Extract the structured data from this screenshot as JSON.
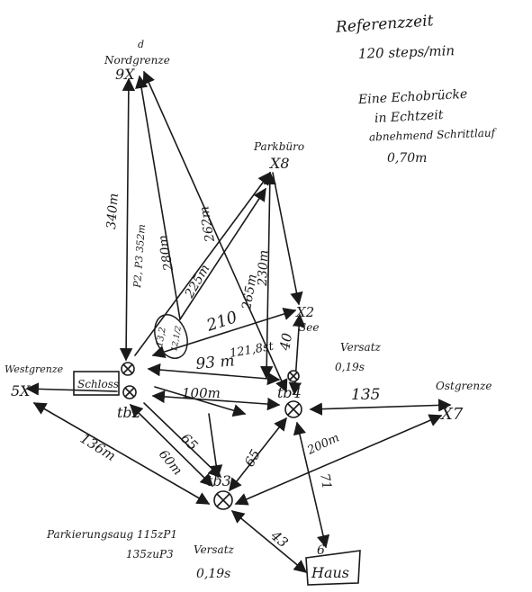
{
  "notes": {
    "ref_title": "Referenzzeit",
    "ref_rate": "120 steps/min",
    "echo_line1": "Eine Echobrücke",
    "echo_line2": "in Echtzeit",
    "echo_line3": "abnehmend Schrittlauf",
    "echo_value": "0,70m",
    "park_line1": "Parkierungsaug 115zP1",
    "park_line2": "135zuP3",
    "versatz_bottom_label": "Versatz",
    "versatz_bottom_value": "0,19s",
    "versatz_right_label": "Versatz",
    "versatz_right_value": "0,19s"
  },
  "points": {
    "nordgrenze": "Nordgrenze",
    "nordgrenze_mark": "9X",
    "nordgrenze_d": "d",
    "parkbuero": "Parkbüro",
    "parkbuero_mark": "X8",
    "see": "See",
    "see_mark": "X2",
    "westgrenze": "Westgrenze",
    "westgrenze_mark": "5X",
    "ostgrenze": "Ostgrenze",
    "ostgrenze_mark": "X7",
    "schloss": "Schloss",
    "haus": "Haus",
    "haus_num": "6",
    "tb2": "tb2",
    "tb3": "tb3",
    "tb4": "tb4"
  },
  "distances": {
    "d340": "340m",
    "p2": "P2, P3 352m",
    "d280": "280m",
    "d262": "262m",
    "d225": "225m",
    "d265": "265m",
    "d230": "230m",
    "d210": "210",
    "d121": "121,8st",
    "d93": "93 m",
    "d40": "40",
    "d100": "100m",
    "d135": "135",
    "d65a": "65",
    "d60": "60m",
    "d65b": "65",
    "d136": "136m",
    "d200": "200m",
    "d43": "43",
    "d71": "71",
    "oval_top": "13,2",
    "oval_bottom": "12,1/2"
  }
}
